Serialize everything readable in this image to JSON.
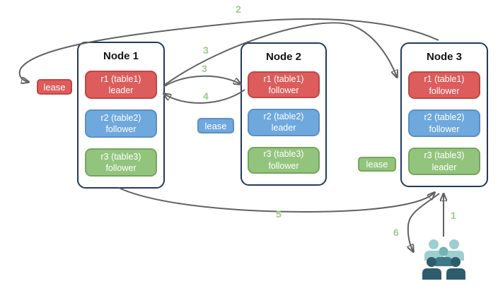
{
  "diagram": "raft-replication-flow",
  "colors": {
    "arrow": "#616161",
    "step_number": "#9bcb87",
    "node_border": "#24385c",
    "red": {
      "fill": "#dd5c5c",
      "border": "#c04646"
    },
    "blue": {
      "fill": "#6fa8dc",
      "border": "#5a8fc8"
    },
    "green": {
      "fill": "#93c47d",
      "border": "#74a65c"
    }
  },
  "nodes": [
    {
      "title": "Node 1",
      "replicas": [
        {
          "label": "r1 (table1)",
          "role": "leader",
          "color": "red"
        },
        {
          "label": "r2 (table2)",
          "role": "follower",
          "color": "blue"
        },
        {
          "label": "r3 (table3)",
          "role": "follower",
          "color": "green"
        }
      ]
    },
    {
      "title": "Node 2",
      "replicas": [
        {
          "label": "r1 (table1)",
          "role": "follower",
          "color": "red"
        },
        {
          "label": "r2 (table2)",
          "role": "leader",
          "color": "blue"
        },
        {
          "label": "r3 (table3)",
          "role": "follower",
          "color": "green"
        }
      ]
    },
    {
      "title": "Node 3",
      "replicas": [
        {
          "label": "r1 (table1)",
          "role": "follower",
          "color": "red"
        },
        {
          "label": "r2 (table2)",
          "role": "follower",
          "color": "blue"
        },
        {
          "label": "r3 (table3)",
          "role": "leader",
          "color": "green"
        }
      ]
    }
  ],
  "leases": [
    {
      "text": "lease",
      "color": "red"
    },
    {
      "text": "lease",
      "color": "blue"
    },
    {
      "text": "lease",
      "color": "green"
    }
  ],
  "steps": [
    {
      "label": "1"
    },
    {
      "label": "2"
    },
    {
      "label": "3"
    },
    {
      "label": "3"
    },
    {
      "label": "4"
    },
    {
      "label": "5"
    },
    {
      "label": "6"
    }
  ],
  "users_icon": {
    "name": "users-icon",
    "light": "#9dced0",
    "mid_head": "#74b2b6",
    "mid_body": "#417888",
    "dark": "#2d5c6c"
  }
}
